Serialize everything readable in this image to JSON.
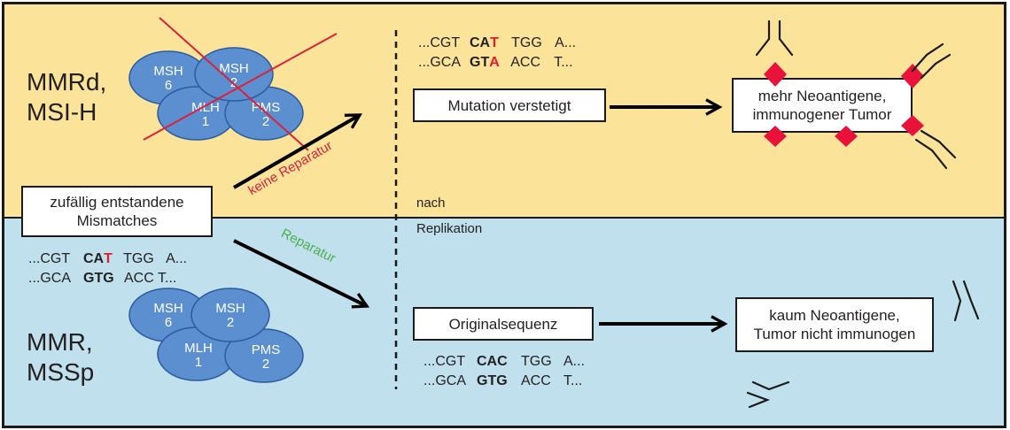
{
  "top": {
    "label": "MMRd,\nMSI-H",
    "box_mutation": "Mutation verstetigt",
    "box_result": "mehr Neoantigene,\nimmunogener Tumor",
    "arrow_label": "keine Reparatur",
    "seq_line1": {
      "a": "...CGT",
      "b1": "CA",
      "b2": "T",
      "c": "TGG",
      "d": "A..."
    },
    "seq_line2": {
      "a": "...GCA",
      "b1": "GT",
      "b2": "A",
      "c": "ACC",
      "d": "T..."
    },
    "enzymes": [
      {
        "l1": "MSH",
        "l2": "6"
      },
      {
        "l1": "MSH",
        "l2": "2"
      },
      {
        "l1": "MLH",
        "l2": "1"
      },
      {
        "l1": "PMS",
        "l2": "2"
      }
    ]
  },
  "middle": {
    "box_mismatches": "zufällig entstandene\nMismatches",
    "nach": "nach",
    "replikation": "Replikation",
    "seq_line1": {
      "a": "...CGT",
      "b1": "CA",
      "b2": "T",
      "c": "TGG",
      "d": "A..."
    },
    "seq_line2": {
      "a": "...GCA",
      "b": "GTG",
      "c": "ACC",
      "d": "T..."
    }
  },
  "bottom": {
    "label": "MMR,\nMSSp",
    "arrow_label": "Reparatur",
    "box_original": "Originalsequenz",
    "box_result": "kaum Neoantigene,\nTumor nicht immunogen",
    "seq_line1": {
      "a": "...CGT",
      "b": "CAC",
      "c": "TGG",
      "d": "A..."
    },
    "seq_line2": {
      "a": "...GCA",
      "b": "GTG",
      "c": "ACC",
      "d": "T..."
    },
    "enzymes": [
      {
        "l1": "MSH",
        "l2": "6"
      },
      {
        "l1": "MSH",
        "l2": "2"
      },
      {
        "l1": "MLH",
        "l2": "1"
      },
      {
        "l1": "PMS",
        "l2": "2"
      }
    ]
  },
  "colors": {
    "top_bg": "#fbe39a",
    "bottom_bg": "#bfe0ec",
    "enzyme_fill": "#5b8fd0",
    "cross_line": "#d9213a",
    "mutation_red": "#e11d2b",
    "label_green": "#4caf50",
    "epitope_red": "#e8123a"
  }
}
